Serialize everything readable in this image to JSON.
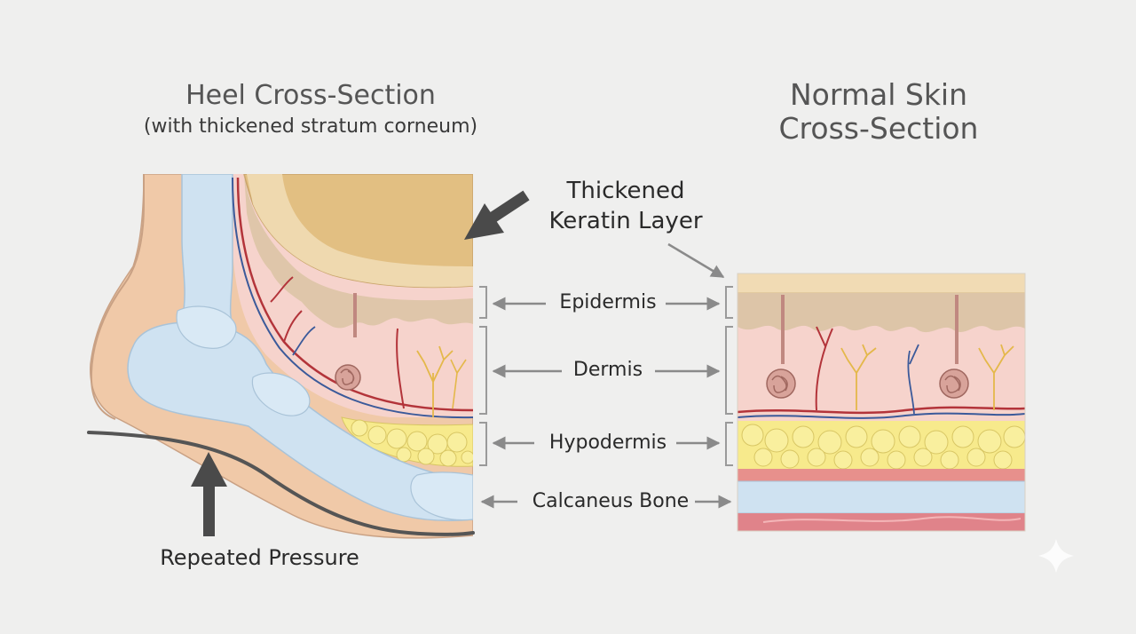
{
  "heel_section": {
    "title": "Heel Cross-Section",
    "subtitle": "(with thickened stratum corneum)"
  },
  "normal_section": {
    "title_line1": "Normal Skin",
    "title_line2": "Cross-Section"
  },
  "callouts": {
    "keratin_line1": "Thickened",
    "keratin_line2": "Keratin Layer",
    "pressure": "Repeated Pressure"
  },
  "layers": {
    "epidermis": "Epidermis",
    "dermis": "Dermis",
    "hypodermis": "Hypodermis",
    "calcaneus": "Calcaneus Bone"
  },
  "colors": {
    "background": "#efefee",
    "keratin": "#e2bf82",
    "epidermis": "#ddc5a8",
    "dermis": "#f6d3cc",
    "fat": "#f7ea8c",
    "bone": "#cfe2f1",
    "artery": "#b3343a",
    "vein": "#3b5a9a",
    "nerve": "#e4b84a"
  }
}
